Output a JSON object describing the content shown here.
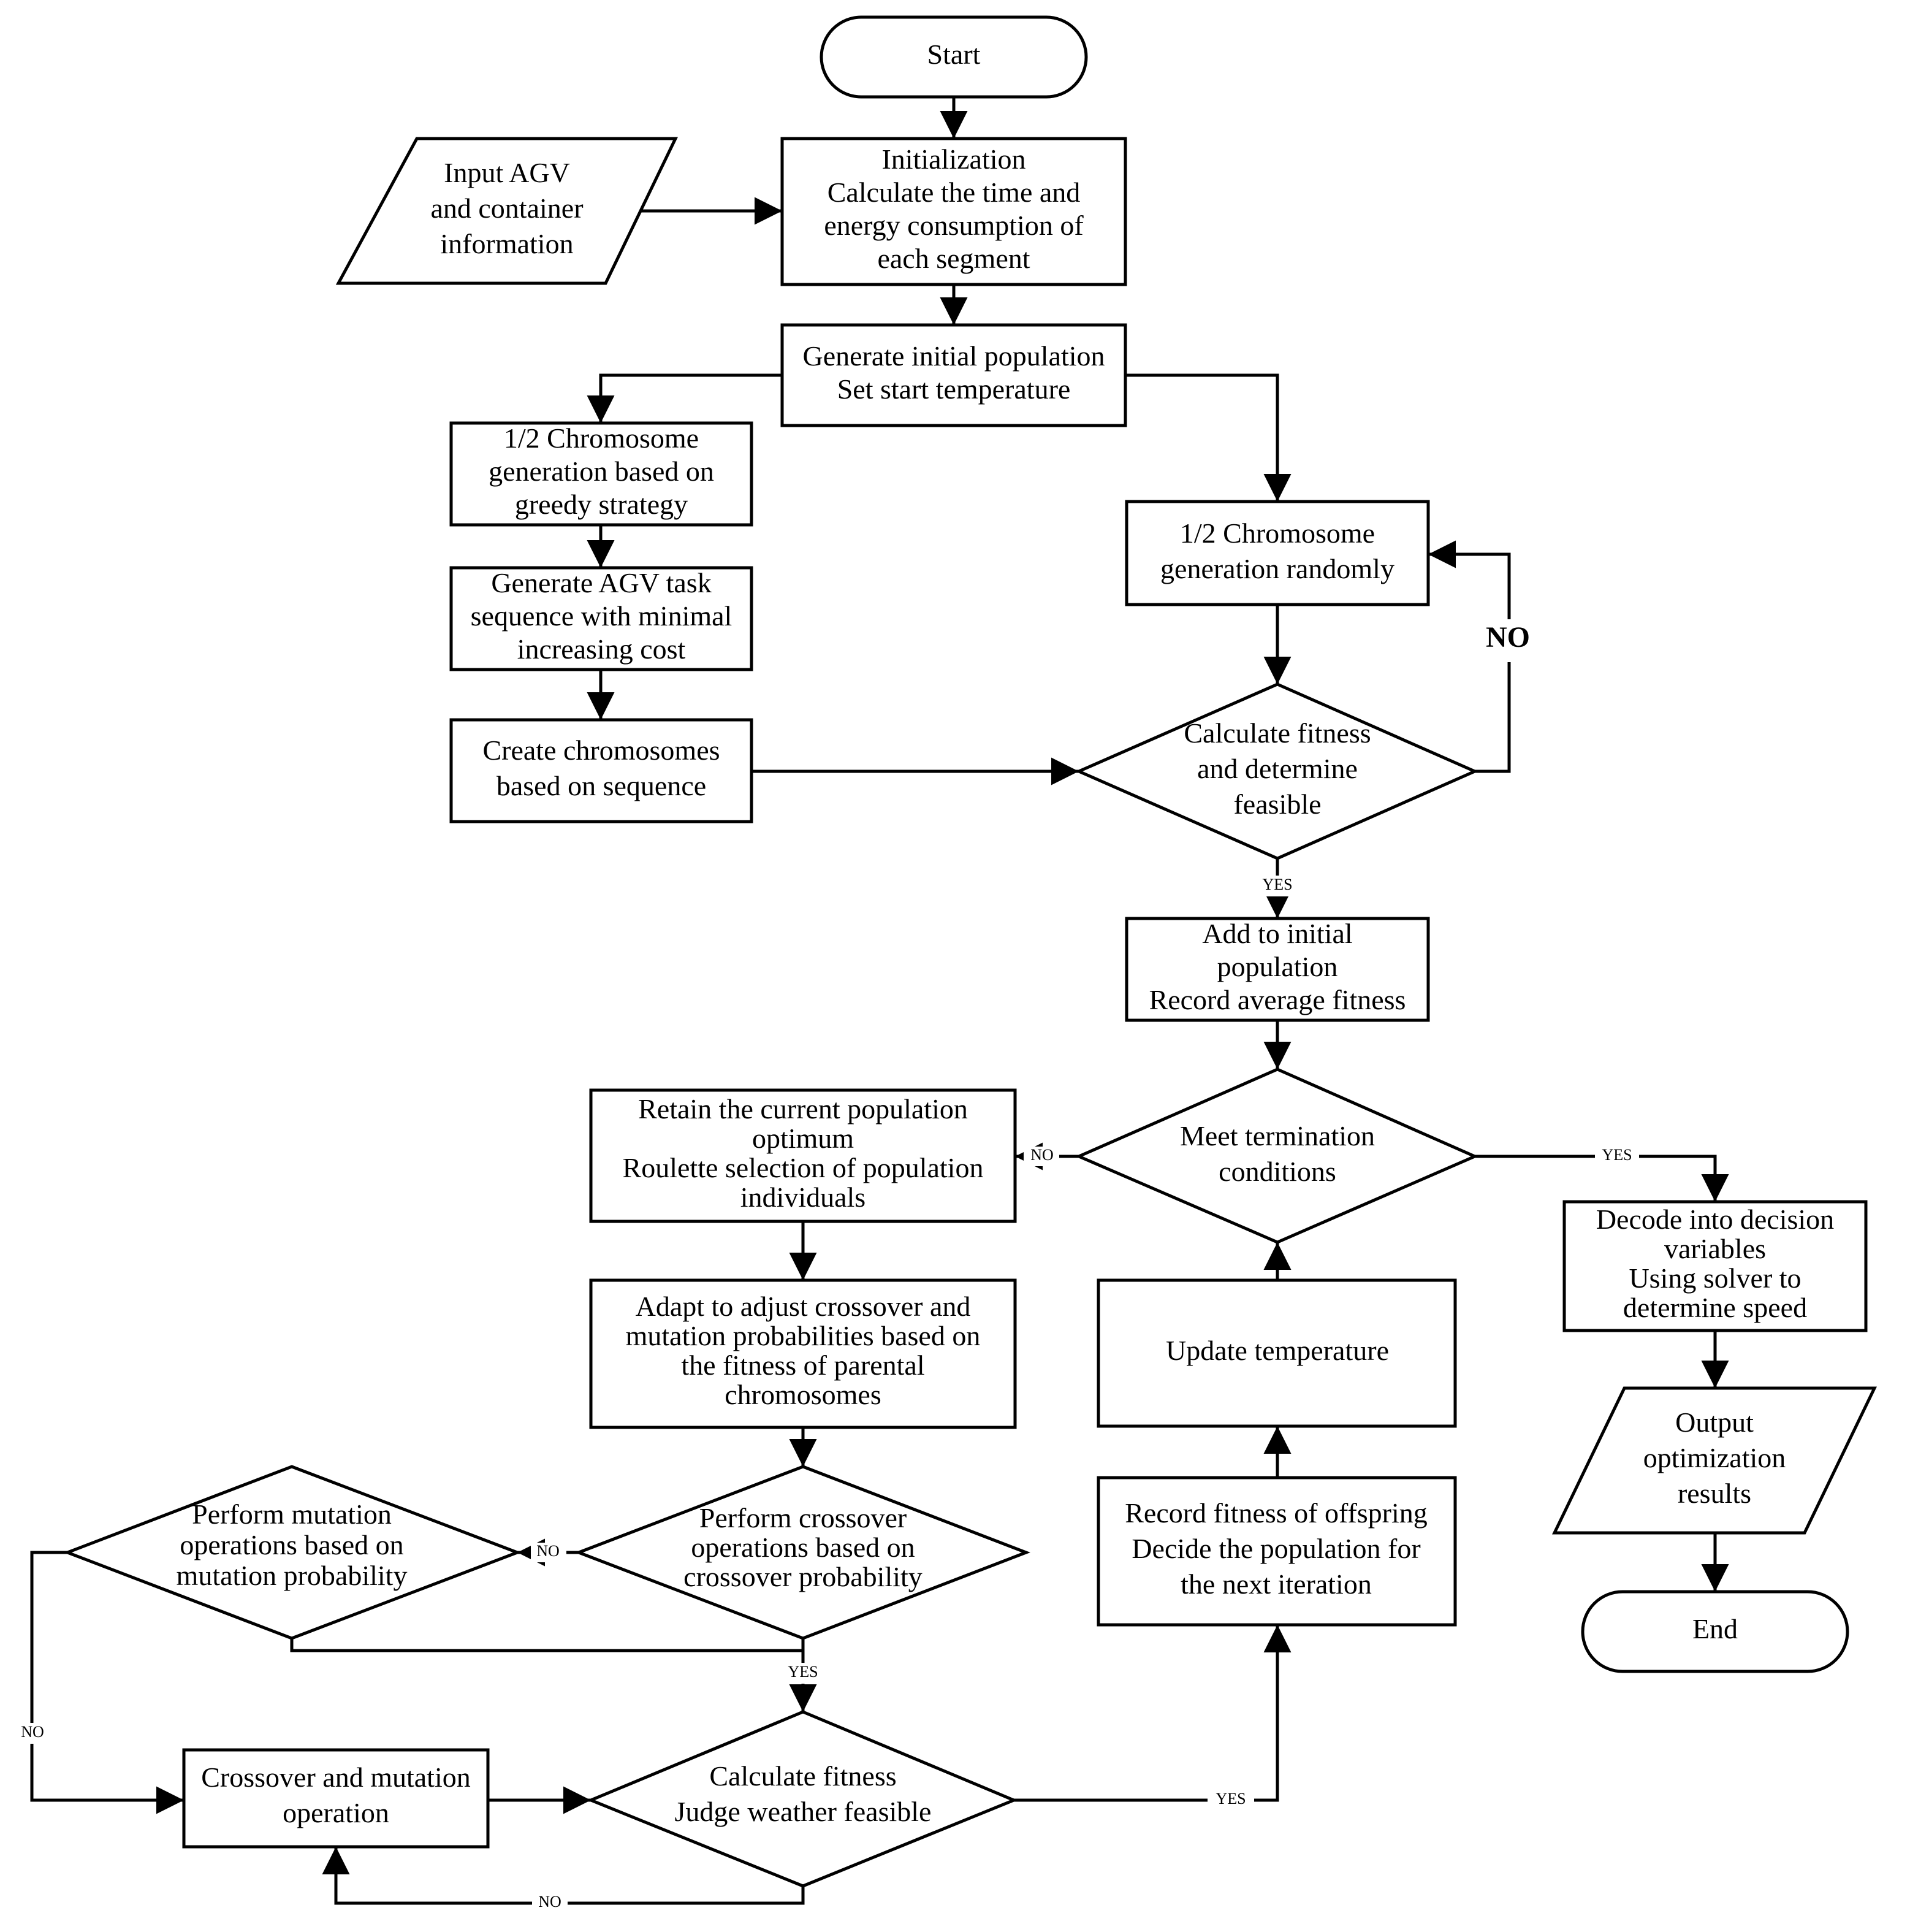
{
  "nodes": {
    "start": [
      "Start"
    ],
    "input_info": [
      "Input AGV",
      "and container",
      "information"
    ],
    "initialization": [
      "Initialization",
      "Calculate the time and",
      "energy consumption of",
      "each segment"
    ],
    "generate_population": [
      "Generate initial population",
      "Set start temperature"
    ],
    "greedy_generation": [
      "1/2 Chromosome",
      "generation based on",
      "greedy strategy"
    ],
    "random_generation": [
      "1/2 Chromosome",
      "generation randomly"
    ],
    "task_sequence": [
      "Generate AGV task",
      "sequence with minimal",
      "increasing  cost"
    ],
    "create_chromosomes": [
      "Create chromosomes",
      "based on sequence"
    ],
    "fitness_feasible": [
      "Calculate fitness",
      "and determine",
      "feasible"
    ],
    "add_population": [
      "Add to initial",
      "population",
      "Record average fitness"
    ],
    "termination": [
      "Meet termination",
      "conditions"
    ],
    "retain_optimum": [
      "Retain the current population",
      "optimum",
      "Roulette selection of population",
      "individuals"
    ],
    "decode": [
      "Decode into decision",
      "variables",
      "Using solver to",
      "determine speed"
    ],
    "adapt_probabilities": [
      "Adapt to adjust crossover and",
      "mutation probabilities based on",
      "the fitness of parental",
      "chromosomes"
    ],
    "update_temperature": [
      "Update temperature"
    ],
    "output_results": [
      "Output",
      "optimization",
      "results"
    ],
    "mutation_decision": [
      "Perform mutation",
      "operations based on",
      "mutation probability"
    ],
    "crossover_decision": [
      "Perform crossover",
      "operations based on",
      "crossover probability"
    ],
    "record_offspring": [
      "Record fitness of offspring",
      "Decide the population for",
      "the next iteration"
    ],
    "end": [
      "End"
    ],
    "crossover_mutation_op": [
      "Crossover and mutation",
      "operation"
    ],
    "judge_feasible": [
      "Calculate fitness",
      "Judge weather feasible"
    ]
  },
  "edge_labels": {
    "fitness_no": "NO",
    "fitness_yes": "YES",
    "termination_no": "NO",
    "termination_yes": "YES",
    "crossover_no": "NO",
    "crossover_yes": "YES",
    "mutation_no": "NO",
    "judge_yes": "YES",
    "judge_no": "NO"
  }
}
